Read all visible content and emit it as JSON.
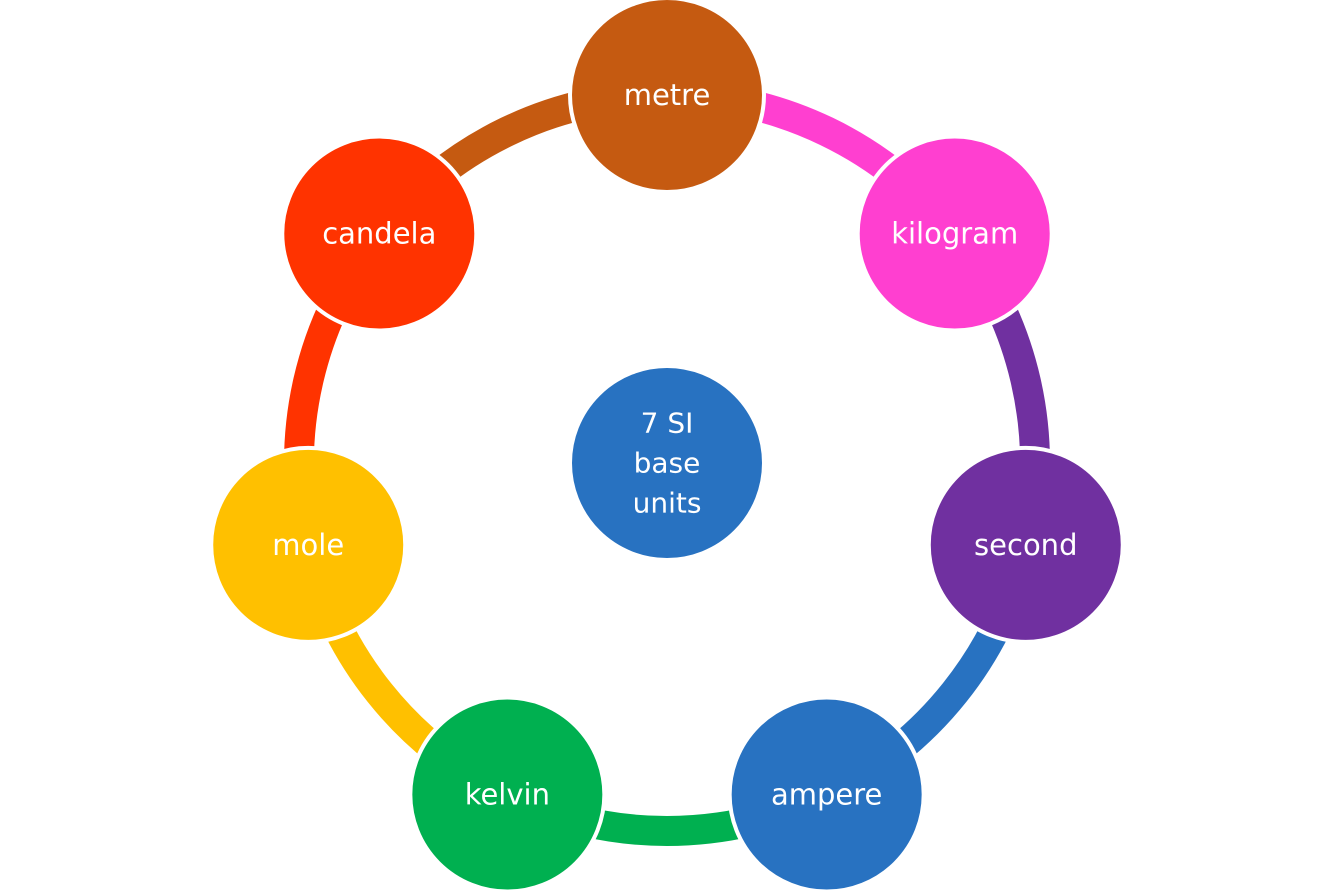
{
  "center": {
    "lines": [
      "7 SI",
      "base",
      "units"
    ],
    "color": "#2872C1"
  },
  "units": [
    {
      "name": "metre",
      "color": "#C55A11",
      "arc_color": "#FF3FD0"
    },
    {
      "name": "kilogram",
      "color": "#FF3FD0",
      "arc_color": "#7030A0"
    },
    {
      "name": "second",
      "color": "#7030A0",
      "arc_color": "#2872C1"
    },
    {
      "name": "ampere",
      "color": "#2872C1",
      "arc_color": "#00B050"
    },
    {
      "name": "kelvin",
      "color": "#00B050",
      "arc_color": "#FFC000"
    },
    {
      "name": "mole",
      "color": "#FFC000",
      "arc_color": "#FF3300"
    },
    {
      "name": "candela",
      "color": "#FF3300",
      "arc_color": "#C55A11"
    }
  ]
}
